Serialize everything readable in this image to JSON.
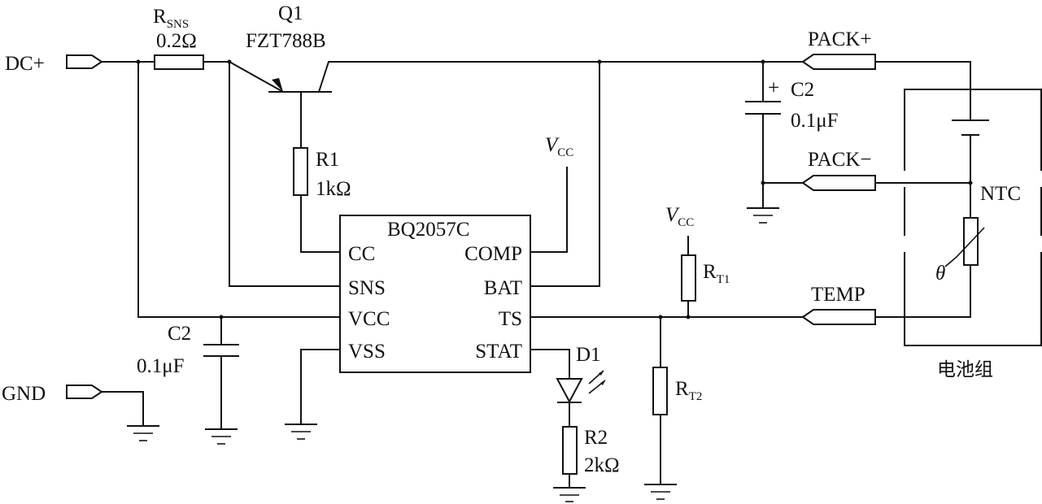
{
  "ports": {
    "dc_plus": "DC+",
    "gnd": "GND",
    "pack_plus": "PACK+",
    "pack_minus": "PACK−",
    "temp": "TEMP"
  },
  "components": {
    "rsns": {
      "name": "R",
      "sub": "SNS",
      "value": "0.2Ω"
    },
    "q1": {
      "name": "Q1",
      "part": "FZT788B"
    },
    "r1": {
      "name": "R1",
      "value": "1kΩ"
    },
    "c2_left": {
      "name": "C2",
      "value": "0.1μF"
    },
    "c2_right": {
      "name": "C2",
      "value": "0.1μF",
      "polarity": "+"
    },
    "rt1": {
      "name": "R",
      "sub": "T1"
    },
    "rt2": {
      "name": "R",
      "sub": "T2"
    },
    "d1": {
      "name": "D1"
    },
    "r2": {
      "name": "R2",
      "value": "2kΩ"
    },
    "ntc": {
      "name": "NTC",
      "symbol": "θ"
    }
  },
  "vcc": {
    "name": "V",
    "sub": "CC"
  },
  "ic": {
    "name": "BQ2057C",
    "left_pins": [
      "CC",
      "SNS",
      "VCC",
      "VSS"
    ],
    "right_pins": [
      "COMP",
      "BAT",
      "TS",
      "STAT"
    ]
  },
  "battery_pack": {
    "label": "电池组"
  }
}
